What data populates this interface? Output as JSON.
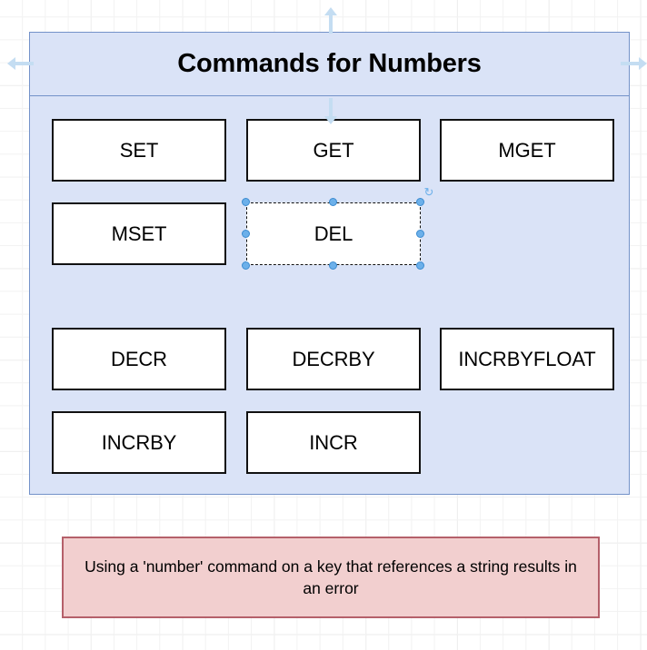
{
  "canvas": {
    "background_color": "#ffffff",
    "grid_minor_color": "#f2f2f2",
    "grid_major_color": "#e6e6e6"
  },
  "container": {
    "title": "Commands for Numbers",
    "fill_color": "#dae3f7",
    "border_color": "#7392c9"
  },
  "boxes": [
    {
      "label": "SET",
      "selected": false
    },
    {
      "label": "GET",
      "selected": false
    },
    {
      "label": "MGET",
      "selected": false
    },
    {
      "label": "MSET",
      "selected": false
    },
    {
      "label": "DEL",
      "selected": true
    },
    {
      "label": "DECR",
      "selected": false
    },
    {
      "label": "DECRBY",
      "selected": false
    },
    {
      "label": "INCRBYFLOAT",
      "selected": false
    },
    {
      "label": "INCRBY",
      "selected": false
    },
    {
      "label": "INCR",
      "selected": false
    }
  ],
  "selection": {
    "shape_label": "DEL",
    "handle_color": "#6cb0ea",
    "rotate_icon": "rotate-icon",
    "handle_count": 8
  },
  "direction_arrows": [
    {
      "name": "arrow-up",
      "direction": "up"
    },
    {
      "name": "arrow-down",
      "direction": "down"
    },
    {
      "name": "arrow-left",
      "direction": "left"
    },
    {
      "name": "arrow-right",
      "direction": "right"
    }
  ],
  "note": {
    "text": "Using a 'number' command on a key that references a string results in an error",
    "fill_color": "#f2cfcf",
    "border_color": "#b5606a"
  }
}
